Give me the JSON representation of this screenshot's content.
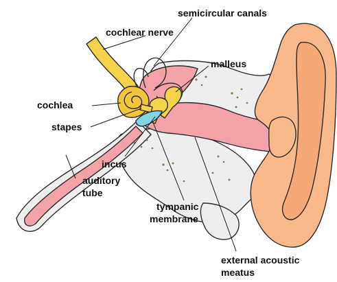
{
  "labels": {
    "semicircular_canals": "semicircular canals",
    "cochlear_nerve": "cochlear nerve",
    "malleus": "malleus",
    "cochlea": "cochlea",
    "stapes": "stapes",
    "incus": "incus",
    "auditory_tube_line1": "auditory",
    "auditory_tube_line2": "tube",
    "tympanic_membrane_line1": "tympanic",
    "tympanic_membrane_line2": "membrane",
    "external_acoustic_meatus_line1": "external acoustic",
    "external_acoustic_meatus_line2": "meatus"
  },
  "colors": {
    "bone": "#eeeeee",
    "canal": "#f2a2a8",
    "auricle": "#f9b98a",
    "nerve": "#f4d24a",
    "cochlea": "#f2c53d",
    "membrane": "#7fd6e6"
  }
}
